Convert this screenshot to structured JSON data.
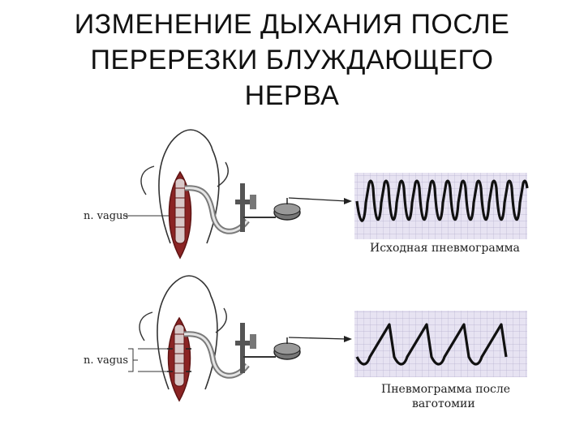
{
  "title": {
    "line1": "ИЗМЕНЕНИЕ ДЫХАНИЯ ПОСЛЕ",
    "line2": "ПЕРЕРЕЗКИ БЛУЖДАЮЩЕГО",
    "line3": "НЕРВА"
  },
  "panels": {
    "top": {
      "nerve_label": "n. vagus",
      "caption_line1": "Исходная пневмограмма",
      "caption_line2": ""
    },
    "bottom": {
      "nerve_label": "n. vagus",
      "caption_line1": "Пневмограмма после",
      "caption_line2": "ваготомии"
    }
  },
  "colors": {
    "tissue": "#8b2424",
    "tissue_dark": "#5e1414",
    "grid_bg": "#e7e3f2",
    "grid_line": "#b7b0cf",
    "trace": "#111111"
  }
}
